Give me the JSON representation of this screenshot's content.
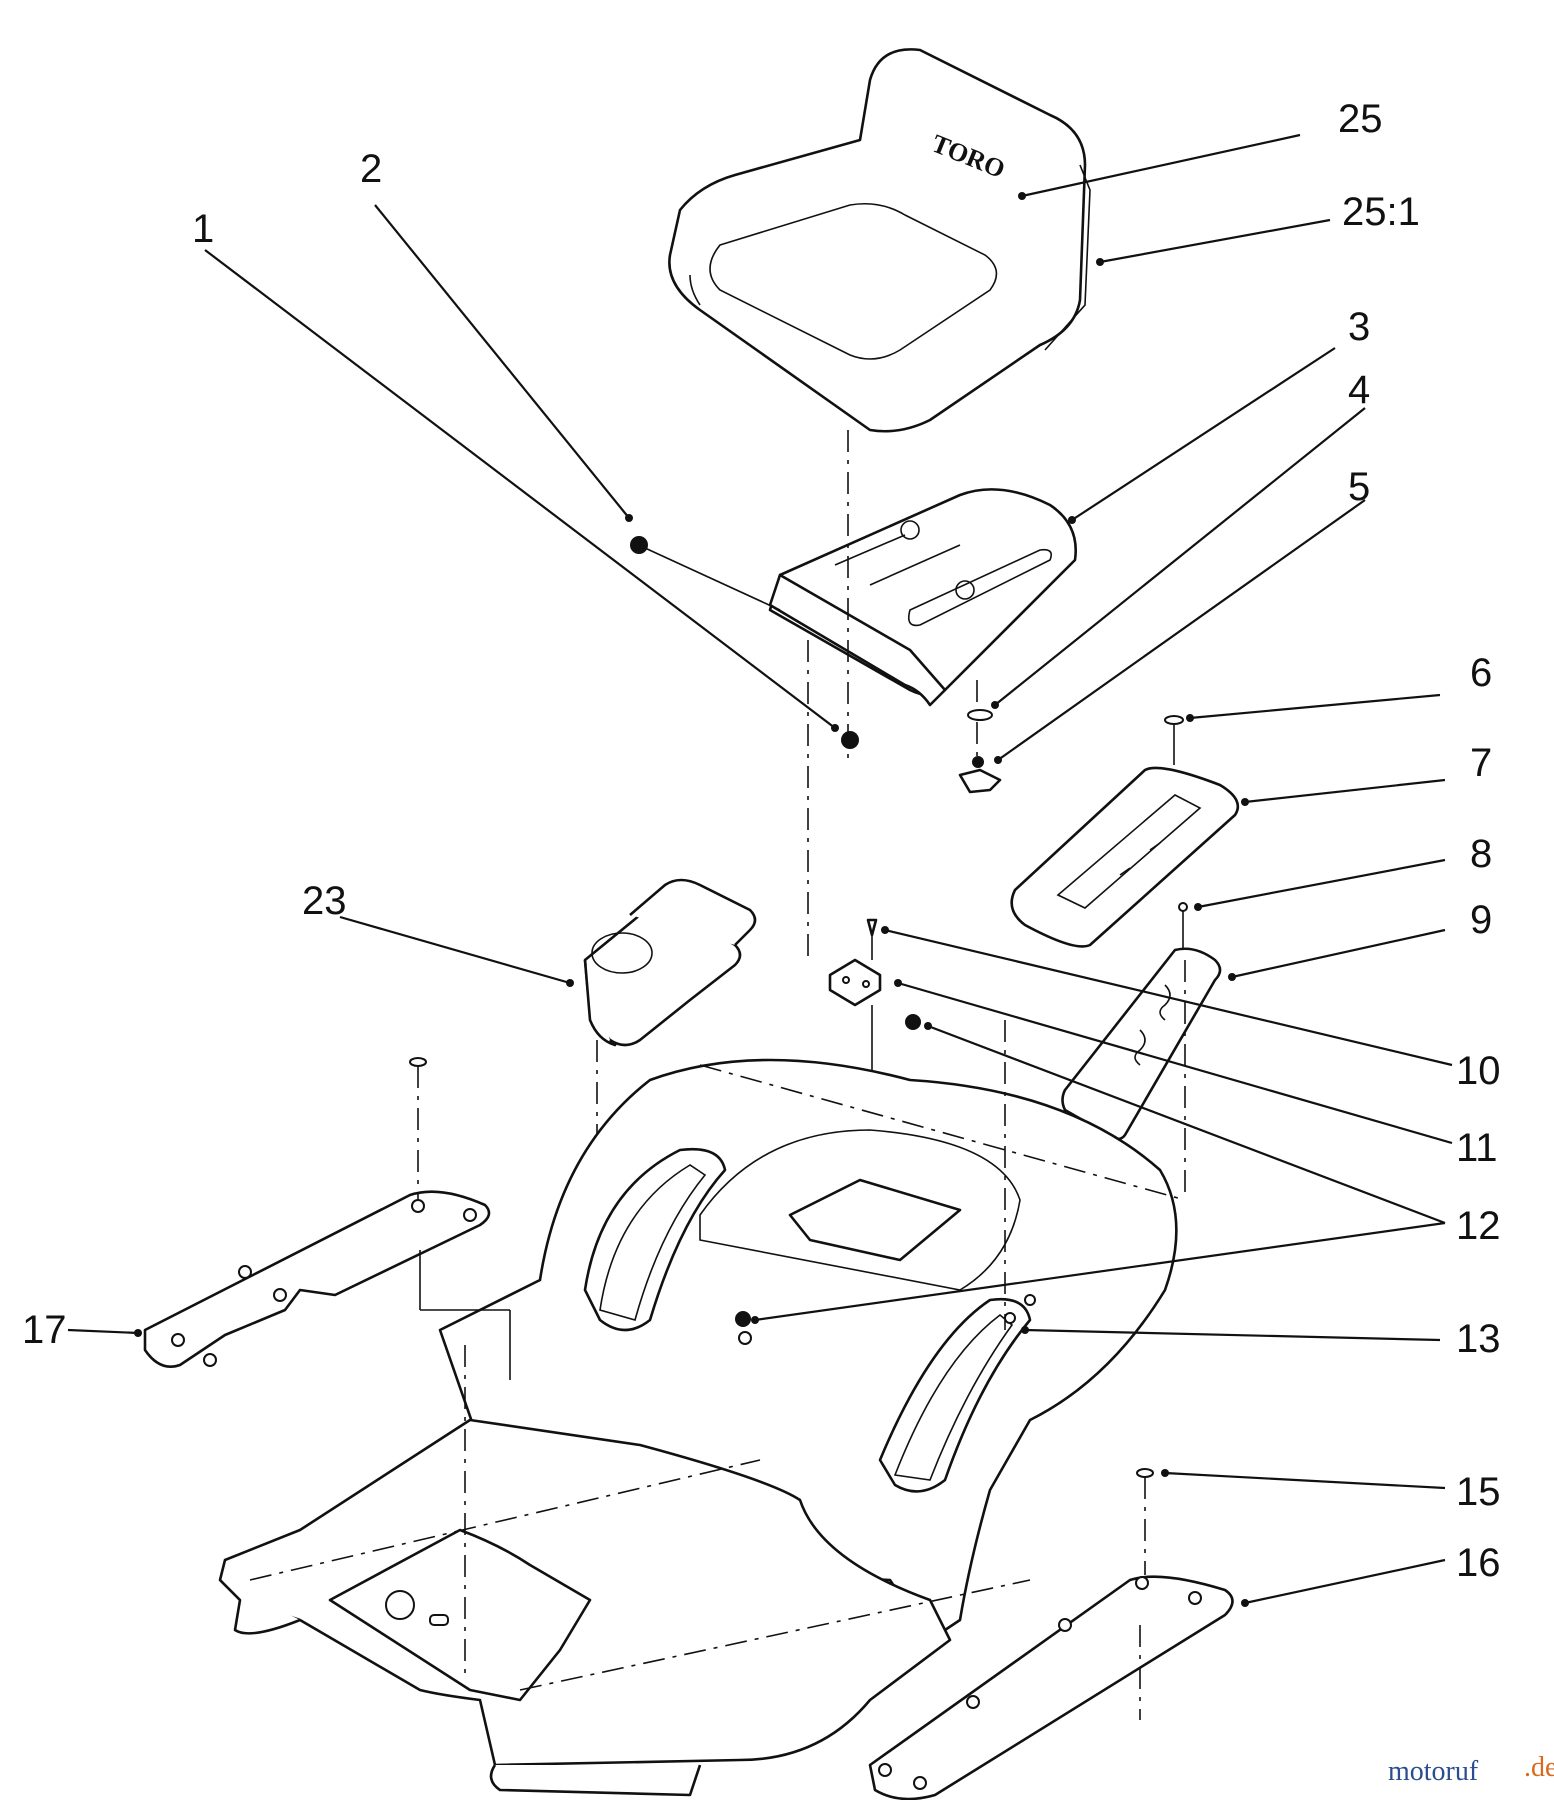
{
  "callouts": [
    "1",
    "2",
    "3",
    "4",
    "5",
    "6",
    "7",
    "8",
    "9",
    "10",
    "11",
    "12",
    "13",
    "15",
    "16",
    "17",
    "23",
    "25",
    "25:1"
  ],
  "seat_logo": "TORO",
  "watermark": {
    "brand": "motoruf",
    "suffix": ".de"
  },
  "colors": {
    "ink": "#111111",
    "watermark_a": "#2b4d8f",
    "watermark_b": "#d96a1d"
  }
}
